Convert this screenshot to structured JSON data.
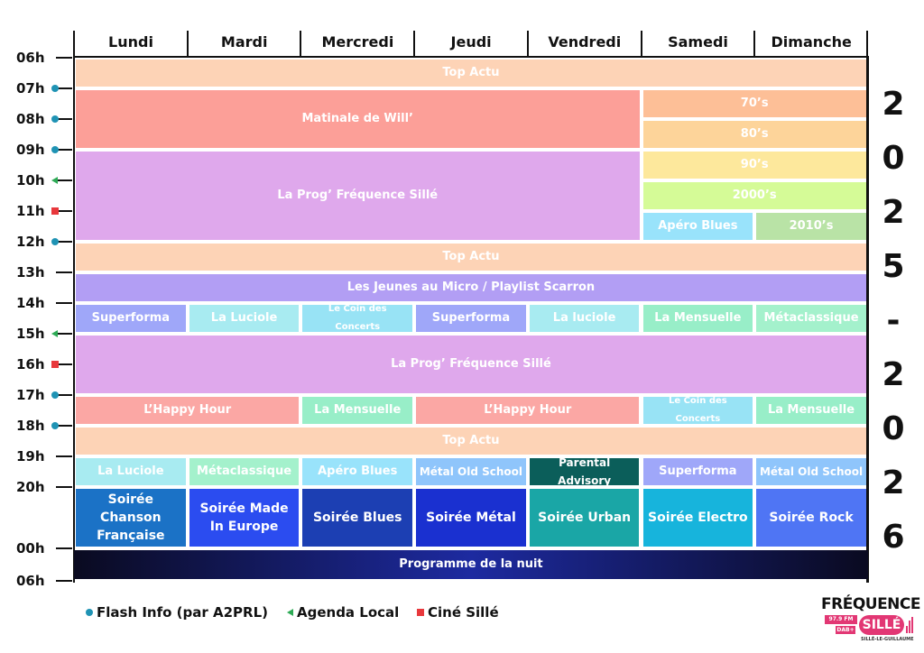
{
  "days": [
    "Lundi",
    "Mardi",
    "Mercredi",
    "Jeudi",
    "Vendredi",
    "Samedi",
    "Dimanche"
  ],
  "hours": [
    "06h",
    "07h",
    "08h",
    "09h",
    "10h",
    "11h",
    "12h",
    "13h",
    "14h",
    "15h",
    "16h",
    "17h",
    "18h",
    "19h",
    "20h",
    "00h",
    "06h"
  ],
  "hour_markers": [
    "",
    "dot",
    "dot",
    "dot",
    "triangle",
    "square",
    "dot",
    "",
    "",
    "triangle",
    "square",
    "dot",
    "dot",
    "",
    "",
    "",
    ""
  ],
  "marker_colors": {
    "dot": "#1f93b4",
    "triangle": "#2daa55",
    "square": "#e8383c"
  },
  "blocks": [
    {
      "label": "Top Actu",
      "color": "#fdd3b6"
    },
    {
      "label": "Matinale de Will’",
      "color": "#fc9f98"
    },
    {
      "label": "70’s",
      "color": "#fdbf97"
    },
    {
      "label": "80’s",
      "color": "#fdd49a"
    },
    {
      "label": "La Prog’ Fréquence Sillé",
      "color": "#dfa8ec"
    },
    {
      "label": "90’s",
      "color": "#fde89c"
    },
    {
      "label": "2000’s",
      "color": "#d5fb97"
    },
    {
      "label": "Apéro Blues",
      "color": "#99e3fb"
    },
    {
      "label": "2010’s",
      "color": "#b9e3a6"
    },
    {
      "label": "Top Actu",
      "color": "#fdd3b6"
    },
    {
      "label": "Les Jeunes au Micro / Playlist Scarron",
      "color": "#b29ef4"
    },
    {
      "label": "Superforma",
      "color": "#9fa7f9"
    },
    {
      "label": "La Luciole",
      "color": "#a8ebf1"
    },
    {
      "label": "Le Coin des Concerts",
      "color": "#98e3f5"
    },
    {
      "label": "Superforma",
      "color": "#9fa7f9"
    },
    {
      "label": "La luciole",
      "color": "#a8ebf1"
    },
    {
      "label": "La Mensuelle",
      "color": "#98eec8"
    },
    {
      "label": "Métaclassique",
      "color": "#a4f1cc"
    },
    {
      "label": "La Prog’ Fréquence Sillé",
      "color": "#dfa8ec"
    },
    {
      "label": "L’Happy Hour",
      "color": "#fba7a4"
    },
    {
      "label": "La Mensuelle",
      "color": "#98eec8"
    },
    {
      "label": "L’Happy Hour",
      "color": "#fba7a4"
    },
    {
      "label": "Le Coin des Concerts",
      "color": "#98e3f5"
    },
    {
      "label": "La Mensuelle",
      "color": "#98eec8"
    },
    {
      "label": "Top Actu",
      "color": "#fdd3b6"
    },
    {
      "label": "La Luciole",
      "color": "#a8ebf1"
    },
    {
      "label": "Métaclassique",
      "color": "#a4f1cc"
    },
    {
      "label": "Apéro Blues",
      "color": "#99e3fb"
    },
    {
      "label": "Métal Old School",
      "color": "#8fc5fb"
    },
    {
      "label": "Parental Advisory",
      "color": "#0b5e5a"
    },
    {
      "label": "Superforma",
      "color": "#9fa7f9"
    },
    {
      "label": "Métal Old School",
      "color": "#8fc5fb"
    },
    {
      "label": "Soirée Chanson Française",
      "color": "#1b72c6"
    },
    {
      "label": "Soirée Made In Europe",
      "color": "#2b4cf0"
    },
    {
      "label": "Soirée Blues",
      "color": "#1c3fb3"
    },
    {
      "label": "Soirée Métal",
      "color": "#1a30d0"
    },
    {
      "label": "Soirée Urban",
      "color": "#1aa6a6"
    },
    {
      "label": "Soirée Electro",
      "color": "#17b4dc"
    },
    {
      "label": "Soirée Rock",
      "color": "#4f75f4"
    },
    {
      "label": "Programme de la nuit",
      "color": "#1d2aa0"
    }
  ],
  "year": [
    "2",
    "0",
    "2",
    "5",
    "-",
    "2",
    "0",
    "2",
    "6"
  ],
  "legend": [
    {
      "marker": "dot",
      "label": "Flash Info (par A2PRL)"
    },
    {
      "marker": "triangle",
      "label": "Agenda Local"
    },
    {
      "marker": "square",
      "label": "Ciné Sillé"
    }
  ],
  "logo": {
    "title": "FRÉQUENCE",
    "name": "SILLÉ",
    "freq": "97.9 FM",
    "dab": "DAB+",
    "town": "SILLÉ-LE-GUILLAUME"
  }
}
